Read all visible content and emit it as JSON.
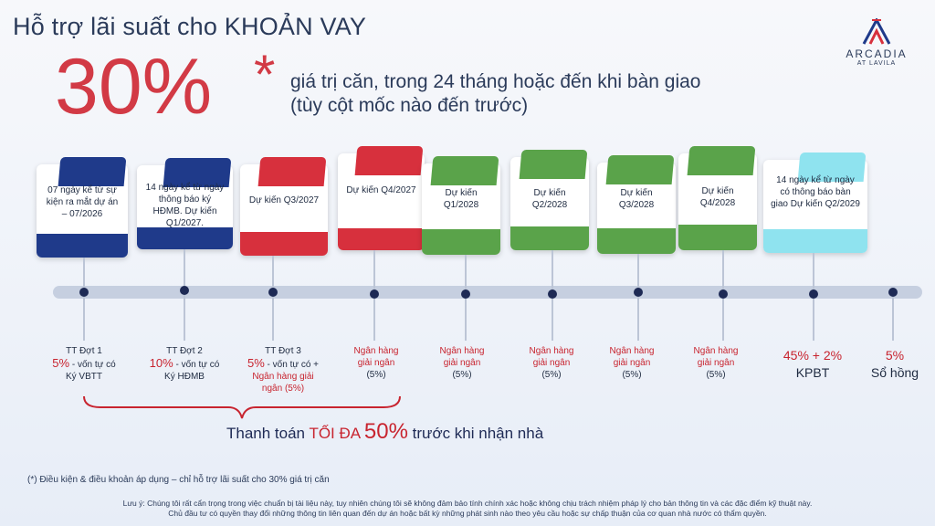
{
  "header": {
    "title": "Hỗ trợ lãi suất cho KHOẢN VAY",
    "big_value": "30%",
    "star": "*",
    "sub_line1": "giá  trị  căn,  trong 24 tháng hoặc đến khi bàn giao",
    "sub_line2": "(tùy cột mốc nào đến trước)"
  },
  "logo": {
    "name": "ARCADIA",
    "place": "AT LAVILA"
  },
  "colors": {
    "navy": "#1f3a8a",
    "red": "#d7303d",
    "green": "#5aa34a",
    "cyan": "#8fe3ef"
  },
  "cards": [
    {
      "text": "07 ngày kể từ sự kiện ra mắt dự án – 07/2026",
      "color": "navy"
    },
    {
      "text": "14 ngày kể từ ngày thông báo ký HĐMB. Dự kiến Q1/2027.",
      "color": "navy"
    },
    {
      "text": "Dự kiến Q3/2027",
      "color": "red"
    },
    {
      "text": "Dự kiến Q4/2027",
      "color": "red"
    },
    {
      "text": "Dự kiến Q1/2028",
      "color": "green"
    },
    {
      "text": "Dự kiến Q2/2028",
      "color": "green"
    },
    {
      "text": "Dự kiến Q3/2028",
      "color": "green"
    },
    {
      "text": "Dự kiến Q4/2028",
      "color": "green"
    },
    {
      "text": "14 ngày kể từ ngày có thông báo bàn giao Dự kiến Q2/2029",
      "color": "cyan"
    }
  ],
  "milestones": [
    {
      "l1": "TT Đợt 1",
      "l2a": "5%",
      "l2b": " - vốn tự có",
      "l3": "Ký VBTT",
      "l4": ""
    },
    {
      "l1": "TT Đợt 2",
      "l2a": "10%",
      "l2b": " - vốn tự có",
      "l3": "Ký HĐMB",
      "l4": ""
    },
    {
      "l1": "TT Đợt 3",
      "l2a": "5%",
      "l2b": " - vốn tự có +",
      "l3": "Ngân hàng giải",
      "l4": "ngân (5%)"
    },
    {
      "l1": "Ngân hàng",
      "l2": "giải ngân",
      "l3": "(5%)"
    },
    {
      "l1": "Ngân hàng",
      "l2": "giải ngân",
      "l3": "(5%)"
    },
    {
      "l1": "Ngân hàng",
      "l2": "giải ngân",
      "l3": "(5%)"
    },
    {
      "l1": "Ngân hàng",
      "l2": "giải ngân",
      "l3": "(5%)"
    },
    {
      "l1": "Ngân hàng",
      "l2": "giải ngân",
      "l3": "(5%)"
    },
    {
      "l1": "45% + 2%",
      "l2": "KPBT"
    },
    {
      "l1": "5%",
      "l2": "Sổ hồng"
    }
  ],
  "payment": {
    "pre": "Thanh toán ",
    "max": "TỐI ĐA ",
    "fifty": "50%",
    "post": " trước khi nhận nhà"
  },
  "notes": {
    "n1": "(*) Điều kiện & điều khoản áp dụng – chỉ hỗ trợ lãi suất cho 30% giá trị căn",
    "n2": "Lưu ý: Chúng tôi rất cẩn trọng trong việc chuẩn bị tài liệu này, tuy nhiên chúng tôi sẽ không đảm bảo tính chính xác hoặc không chịu trách nhiệm pháp lý cho bản thông tin và các đặc điểm kỹ thuật này.",
    "n3": "Chủ đầu tư có quyền thay đổi những thông tin liên quan đến dự án hoặc bất kỳ những phát sinh nào theo yêu cầu hoặc sự chấp thuận của cơ quan nhà nước có thẩm quyền."
  }
}
